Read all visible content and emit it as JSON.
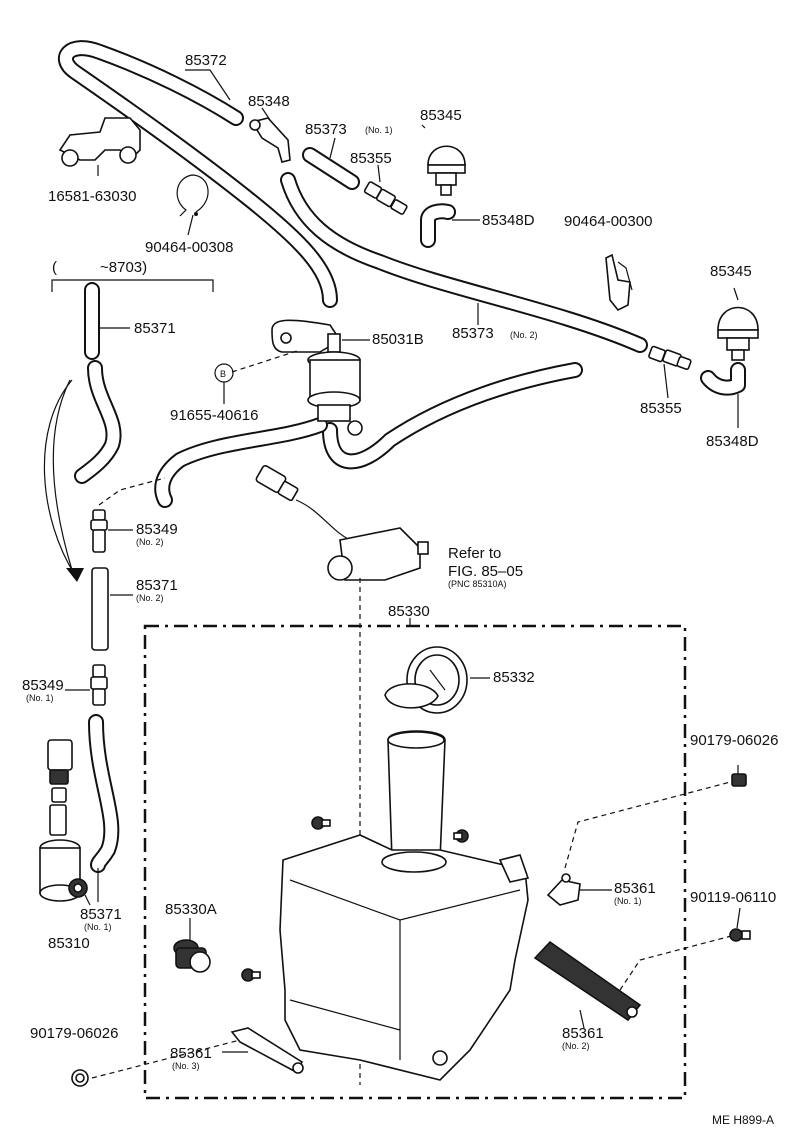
{
  "labels": {
    "p85372": "85372",
    "p85348": "85348",
    "p85373_1": "85373",
    "p85373_1_sub": "(No. 1)",
    "p85345_a": "85345",
    "p85355_a": "85355",
    "p85348D_a": "85348D",
    "p16581": "16581-63030",
    "p90464_308": "90464-00308",
    "p90464_300": "90464-00300",
    "range": "~8703)",
    "range_open": "(",
    "p85371_a": "85371",
    "p85031B": "85031B",
    "p85373_2": "85373",
    "p85373_2_sub": "(No. 2)",
    "p85345_b": "85345",
    "p85355_b": "85355",
    "p85348D_b": "85348D",
    "callout_b": "B",
    "p91655": "91655-40616",
    "p85349_2": "85349",
    "p85349_2_sub": "(No. 2)",
    "p85371_2": "85371",
    "p85371_2_sub": "(No. 2)",
    "refer_to": "Refer to",
    "fig": "FIG. 85–05",
    "pnc": "(PNC 85310A)",
    "p85330": "85330",
    "p85332": "85332",
    "p85349_1": "85349",
    "p85349_1_sub": "(No. 1)",
    "p90179_a": "90179-06026",
    "p85361_1": "85361",
    "p85361_1_sub": "(No. 1)",
    "p90119": "90119-06110",
    "p85371_1": "85371",
    "p85371_1_sub": "(No. 1)",
    "p85310": "85310",
    "p85330A": "85330A",
    "p85361_2": "85361",
    "p85361_2_sub": "(No. 2)",
    "p90179_b": "90179-06026",
    "p85361_3": "85361",
    "p85361_3_sub": "(No. 3)",
    "diagram_code": "ME H899-A"
  }
}
